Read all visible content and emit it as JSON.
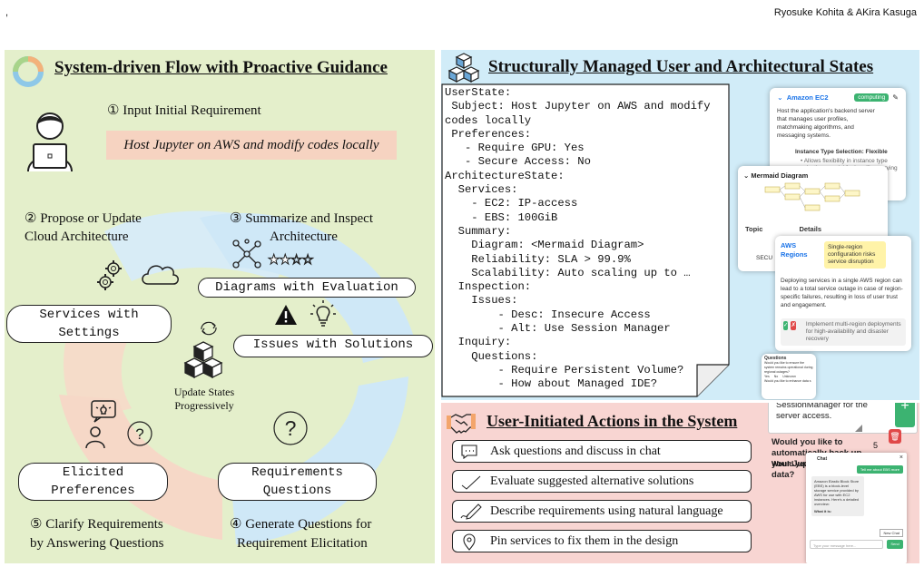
{
  "header": {
    "left_mark": ",",
    "authors": "Ryosuke Kohita & AKira Kasuga"
  },
  "left": {
    "title": "System-driven Flow with Proactive Guidance",
    "step1": "① Input Initial Requirement",
    "requirement": "Host Jupyter on AWS and modify codes locally",
    "step2_l1": "② Propose or Update",
    "step2_l2": "Cloud Architecture",
    "step3_l1": "③ Summarize and Inspect",
    "step3_l2": "Architecture",
    "pill_diagrams": "Diagrams with Evaluation",
    "pill_services_l1": "Services with",
    "pill_services_l2": "Settings",
    "pill_issues": "Issues with Solutions",
    "center_l1": "Update States",
    "center_l2": "Progressively",
    "pill_prefs_l1": "Elicited",
    "pill_prefs_l2": "Preferences",
    "pill_questions_l1": "Requirements",
    "pill_questions_l2": "Questions",
    "step5_l1": "⑤ Clarify Requirements",
    "step5_l2": "by Answering Questions",
    "step4_l1": "④ Generate Questions for",
    "step4_l2": "Requirement Elicitation",
    "stars": "★★☆☆"
  },
  "right_top": {
    "title": "Structurally Managed User and Architectural States",
    "state_lines": [
      "UserState:",
      " Subject: Host Jupyter on AWS and modify",
      "codes locally",
      " Preferences:",
      "   - Require GPU: Yes",
      "   - Secure Access: No",
      "ArchitectureState:",
      "  Services:",
      "    - EC2: IP-access",
      "    - EBS: 100GiB",
      "  Summary:",
      "    Diagram: <Mermaid Diagram>",
      "    Reliability: SLA > 99.9%",
      "    Scalability: Auto scaling up to …",
      "  Inspection:",
      "    Issues:",
      "        - Desc: Insecure Access",
      "        - Alt: Use Session Manager",
      "  Inquiry:",
      "    Questions:",
      "        - Require Persistent Volume?",
      "        - How about Managed IDE?"
    ],
    "ec2": {
      "name": "Amazon EC2",
      "badge": "computing",
      "desc": "Host the application's backend server that manages user profiles, matchmaking algorithms, and messaging systems.",
      "sel": "Instance Type Selection: Flexible",
      "bullet": "• Allows flexibility in instance type selection, crucial for handling varying loads and evaluating costs"
    },
    "mermaid": {
      "title": "Mermaid Diagram",
      "topic": "Topic",
      "details": "Details",
      "sec": "SECU"
    },
    "regions": {
      "name": "AWS Regions",
      "risk": "Single-region configuration risks service disruption",
      "desc": "Deploying services in a single AWS region can lead to a total service outage in case of region-specific failures, resulting in loss of user trust and engagement.",
      "alt": "Implement multi-region deployments for high-availability and disaster recovery"
    },
    "questions": {
      "title": "Questions",
      "q1": "Would you like to ensure the system remains operational during regional outages?",
      "yes": "Yes",
      "no": "No",
      "unknown": "Unknown",
      "q2": "Would you like to enhance data s"
    }
  },
  "right_bot": {
    "title": "User-Initiated Actions in the System",
    "actions": [
      "Ask questions and discuss in chat",
      "Evaluate suggested alternative solutions",
      "Describe requirements using natural language",
      "Pin services to fix them in the design"
    ],
    "chat_input": "I'd like to use SessionManager for the server access.",
    "backup_q": "Would you like to automatically back up your Jupyter Notebook data?",
    "count": "5",
    "would_you": "Would you li",
    "chat": {
      "title": "Chat",
      "close": "×",
      "user_msg": "Tell me about EBS more",
      "bot_msg": "Amazon Elastic Block Store (EBS) is a block-level storage service provided by AWS for use with EC2 instances. Here's a detailed overview:",
      "bot_sub": "What it is:",
      "new_chat": "New Chat",
      "placeholder": "Type your message here...",
      "send": "Send"
    }
  }
}
